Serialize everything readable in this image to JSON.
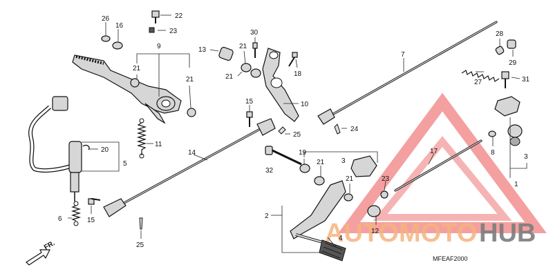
{
  "drawing_code": "MFEAF2000",
  "direction_label": "FR.",
  "watermark": {
    "part1": "AUTOMOTO",
    "part2": "HUB",
    "color1": "#f6b37f",
    "color2": "#7d7d7d",
    "triangle_color": "#f08080"
  },
  "callouts": {
    "c26": "26",
    "c16": "16",
    "c22": "22",
    "c23a": "23",
    "c9": "9",
    "c21a": "21",
    "c21b": "21",
    "c13": "13",
    "c30": "30",
    "c21c": "21",
    "c21d": "21",
    "c18": "18",
    "c10": "10",
    "c7": "7",
    "c28": "28",
    "c29": "29",
    "c27": "27",
    "c31": "31",
    "c15a": "15",
    "c25a": "25",
    "c24": "24",
    "c11": "11",
    "c20": "20",
    "c5": "5",
    "c14": "14",
    "c19": "19",
    "c32": "32",
    "c21e": "21",
    "c3a": "3",
    "c17": "17",
    "c8": "8",
    "c3b": "3",
    "c1": "1",
    "c21f": "21",
    "c23b": "23",
    "c2": "2",
    "c12": "12",
    "c6": "6",
    "c15b": "15",
    "c25b": "25",
    "c4": "4"
  }
}
